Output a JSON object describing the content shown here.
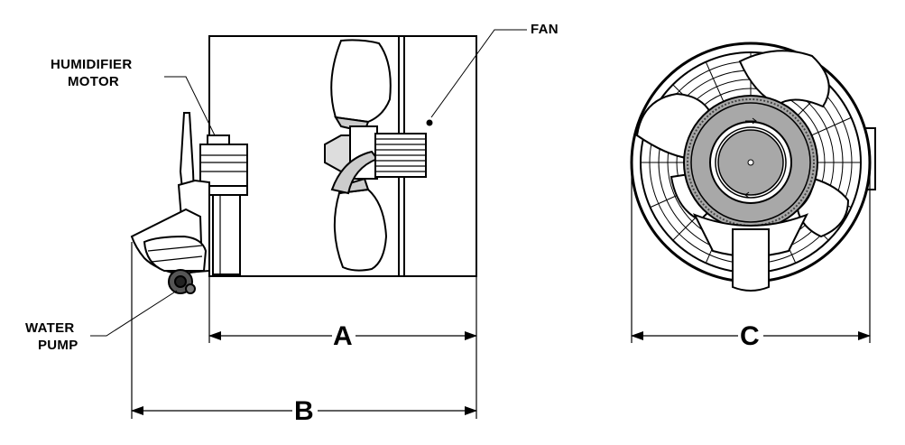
{
  "labels": {
    "fan": "FAN",
    "humidifier_line1": "HUMIDIFIER",
    "humidifier_line2": "MOTOR",
    "water_line1": "WATER",
    "water_line2": "PUMP"
  },
  "dimensions": {
    "a": "A",
    "b": "B",
    "c": "C"
  },
  "colors": {
    "line": "#000000",
    "shade": "#a8a8a8",
    "dark": "#555555",
    "background": "#ffffff"
  }
}
